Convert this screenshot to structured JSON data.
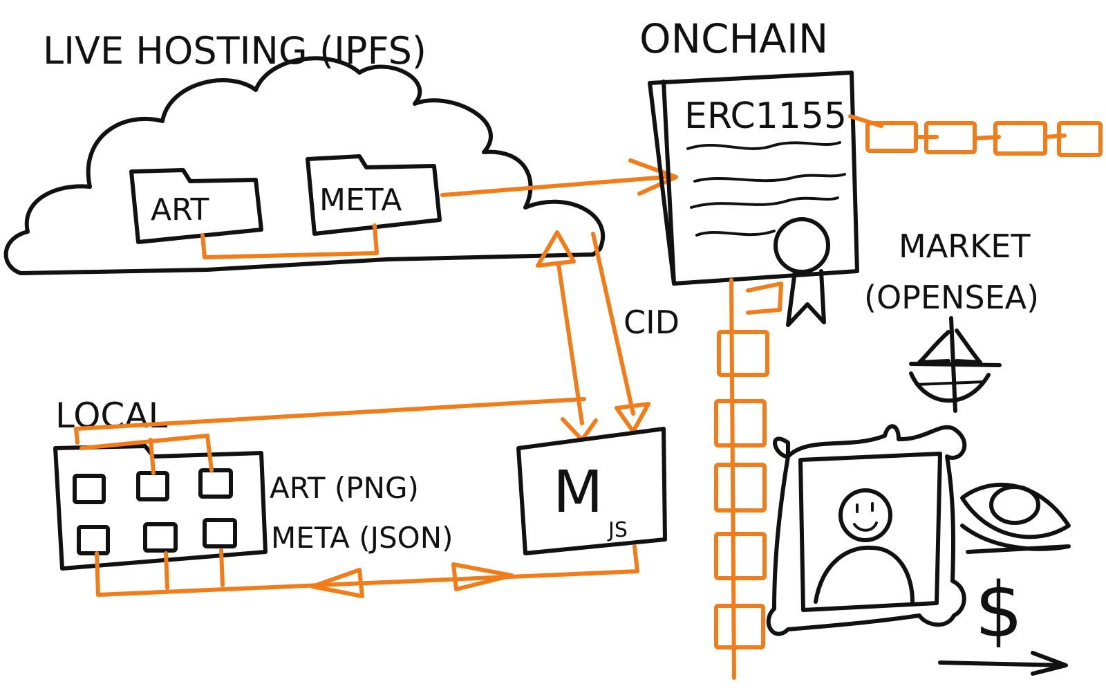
{
  "labels": {
    "live_hosting": "LIVE HOSTING (IPFS)",
    "onchain": "ONCHAIN",
    "erc": "ERC1155",
    "art_folder": "ART",
    "meta_folder": "META",
    "cid": "CID",
    "market_line1": "MARKET",
    "market_line2": "(OPENSEA)",
    "local": "LOCAL",
    "art_png": "ART (PNG)",
    "meta_json": "META (JSON)",
    "m_letter": "M",
    "js": "JS",
    "dollar": "$"
  },
  "colors": {
    "ink": "#111111",
    "accent": "#f07d1a",
    "background": "#ffffff"
  }
}
